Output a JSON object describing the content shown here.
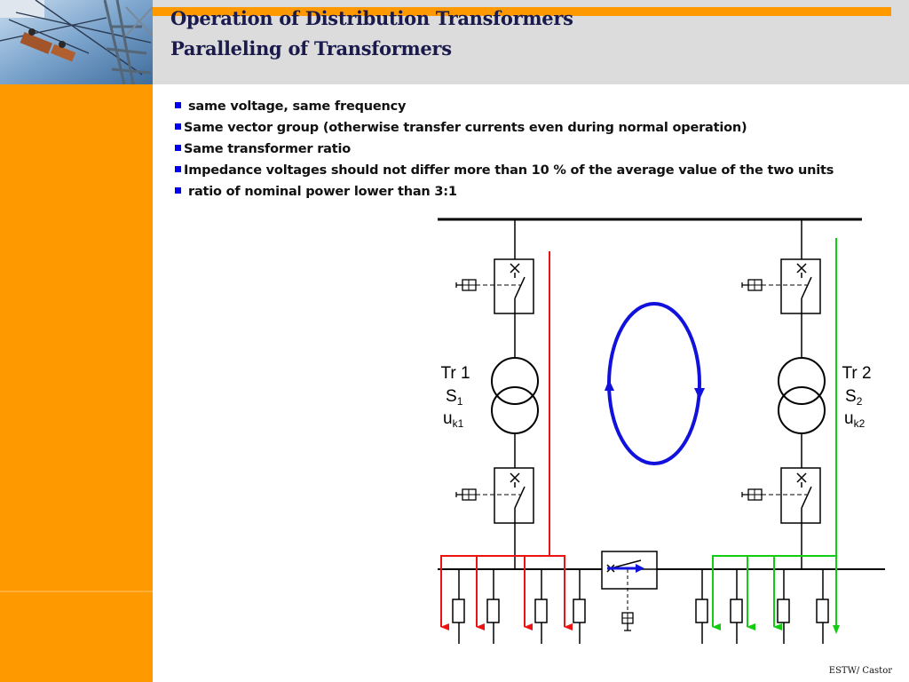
{
  "slide": {
    "title_line1": "Operation of Distribution Transformers",
    "title_line2": "Paralleling of Transformers",
    "footer": "ESTW/ Castor"
  },
  "bullets": [
    {
      "text": "same voltage, same frequency",
      "leading_space": true
    },
    {
      "text": "Same vector group (otherwise transfer currents even during normal operation)",
      "leading_space": false
    },
    {
      "text": "Same transformer ratio",
      "leading_space": false
    },
    {
      "text": "Impedance voltages should not differ more than 10 % of the average value of the two units",
      "leading_space": false
    },
    {
      "text": "ratio of nominal power lower than 3:1",
      "leading_space": true
    }
  ],
  "diagram": {
    "tr1": {
      "name": "Tr 1",
      "power": "S",
      "power_sub": "1",
      "imp": "u",
      "imp_sub": "k1"
    },
    "tr2": {
      "name": "Tr 2",
      "power": "S",
      "power_sub": "2",
      "imp": "u",
      "imp_sub": "k2"
    },
    "colors": {
      "tr1_current": "#ee1111",
      "tr2_current": "#11cc11",
      "circulating_current": "#1111dd",
      "line": "#000000"
    }
  },
  "theme": {
    "accent": "#ff9900",
    "header_bg": "#dcdcdc",
    "bullet": "#0000ee",
    "title": "#1a1a4d"
  }
}
